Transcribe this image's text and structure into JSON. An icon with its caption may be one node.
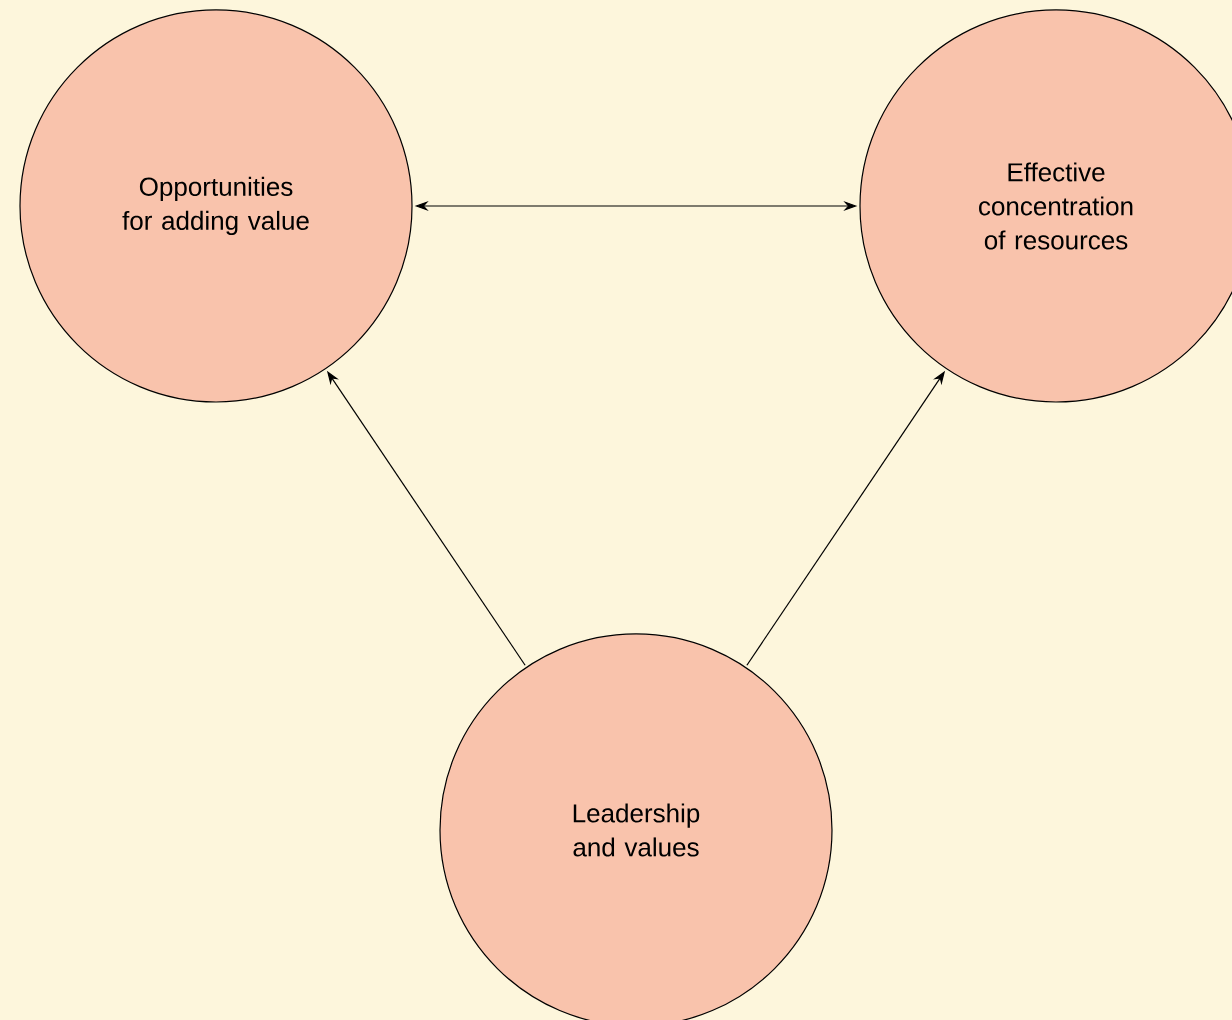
{
  "diagram": {
    "nodes": [
      {
        "text": [
          "Opportunities for adding value"
        ]
      },
      {
        "text": [
          "Effective concentration of resources"
        ]
      },
      {
        "text": [
          "Leadership and values"
        ]
      }
    ],
    "edges": [
      {
        "from": 0,
        "to": 1,
        "arrow": "both"
      },
      {
        "from": 2,
        "to": 0,
        "arrow": "to"
      },
      {
        "from": 2,
        "to": 1,
        "arrow": "to"
      }
    ]
  }
}
